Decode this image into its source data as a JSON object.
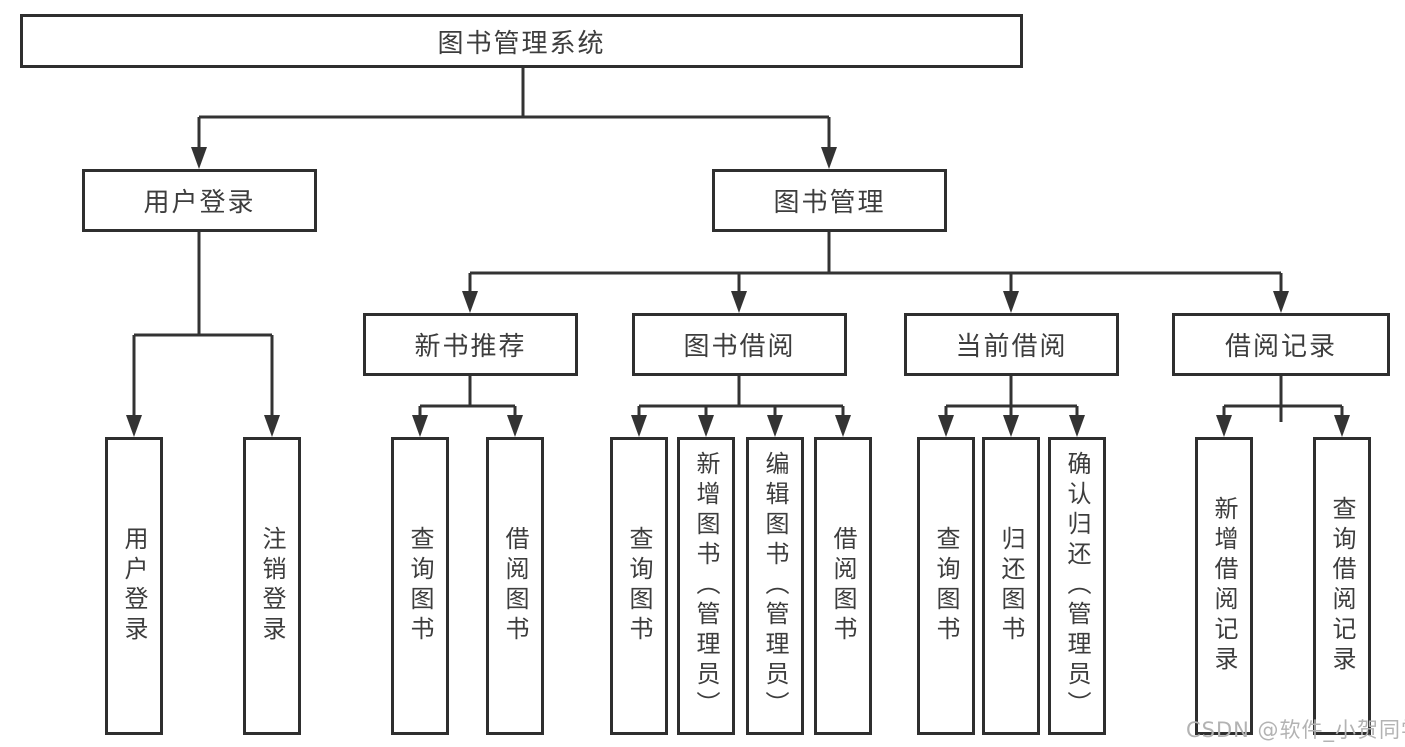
{
  "diagram": {
    "type": "hierarchy-tree",
    "colors": {
      "line": "#333333",
      "box_border": "#2f2f2f",
      "text": "#3d3d3d",
      "background": "#ffffff",
      "watermark": "#b3b3b3"
    }
  },
  "tree": {
    "root": {
      "label": "图书管理系统"
    },
    "children": [
      {
        "label": "用户登录",
        "children": [
          {
            "label": "用户登录"
          },
          {
            "label": "注销登录"
          }
        ]
      },
      {
        "label": "图书管理",
        "children": [
          {
            "label": "新书推荐",
            "children": [
              {
                "label": "查询图书"
              },
              {
                "label": "借阅图书"
              }
            ]
          },
          {
            "label": "图书借阅",
            "children": [
              {
                "label": "查询图书"
              },
              {
                "label": "新增图书（管理员）"
              },
              {
                "label": "编辑图书（管理员）"
              },
              {
                "label": "借阅图书"
              }
            ]
          },
          {
            "label": "当前借阅",
            "children": [
              {
                "label": "查询图书"
              },
              {
                "label": "归还图书"
              },
              {
                "label": "确认归还（管理员）"
              }
            ]
          },
          {
            "label": "借阅记录",
            "children": [
              {
                "label": "新增借阅记录"
              },
              {
                "label": "查询借阅记录"
              }
            ]
          }
        ]
      }
    ]
  },
  "watermark": {
    "text": "CSDN @软件_小贺同学"
  }
}
